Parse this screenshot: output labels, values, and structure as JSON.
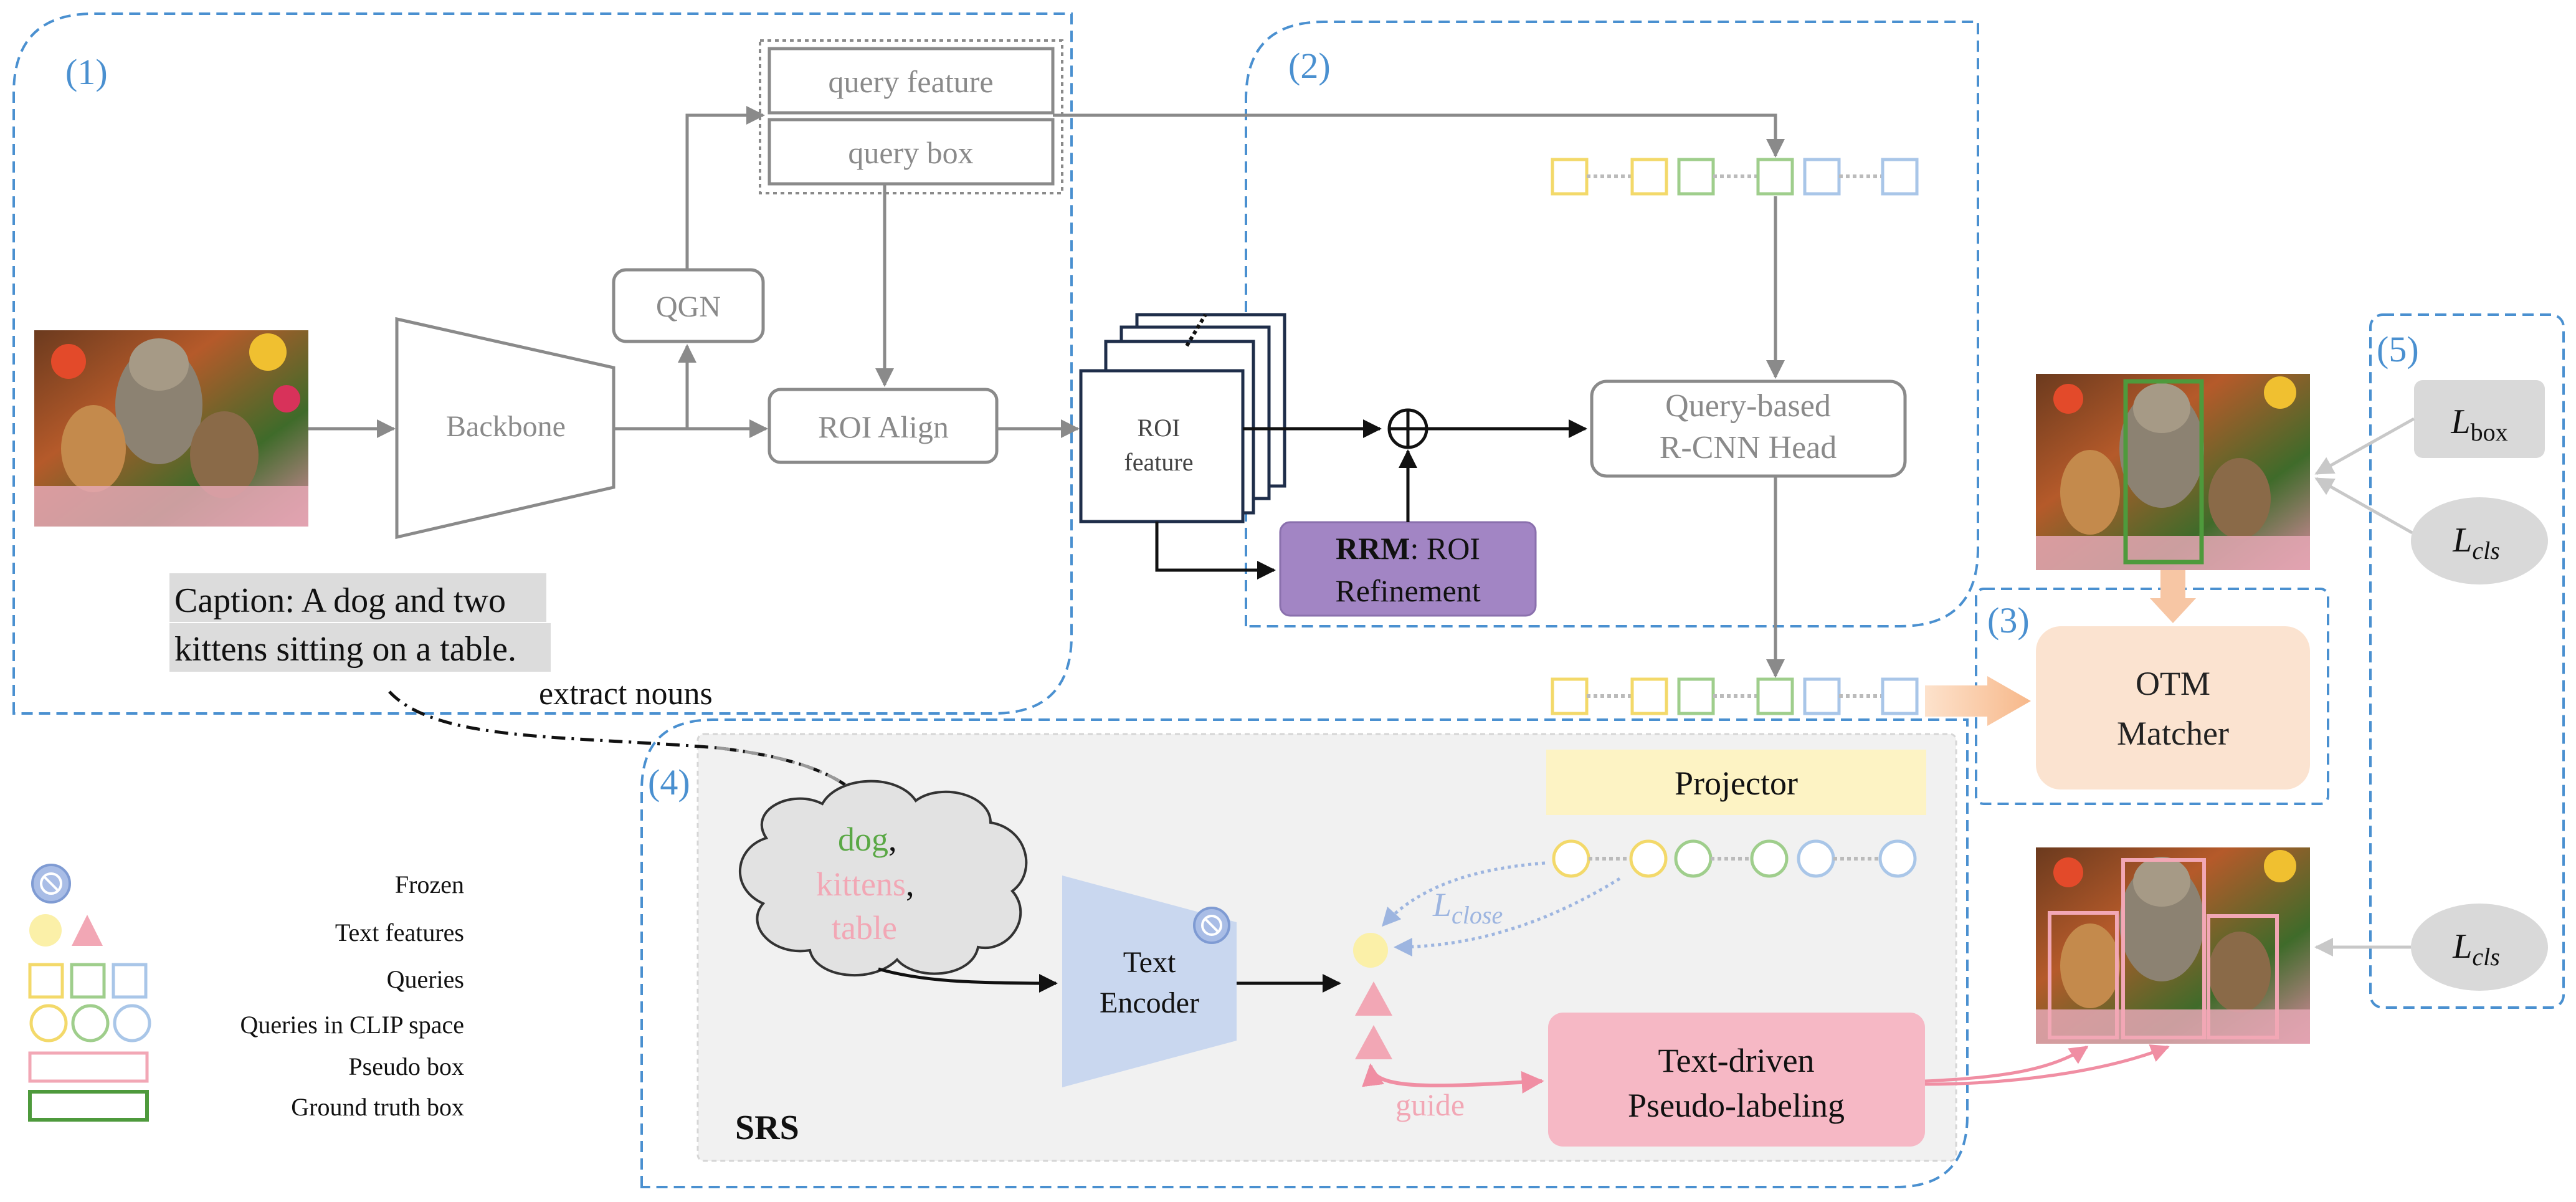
{
  "regions": {
    "r1": "(1)",
    "r2": "(2)",
    "r3": "(3)",
    "r4": "(4)",
    "r5": "(5)"
  },
  "labels": {
    "query_feature": "query feature",
    "query_box": "query box",
    "qgn": "QGN",
    "backbone": "Backbone",
    "roi_align": "ROI Align",
    "roi_feature_line1": "ROI",
    "roi_feature_line2": "feature",
    "rrm_bold": "RRM",
    "rrm_rest": ": ROI",
    "rrm_line2": "Refinement",
    "head_line1": "Query-based",
    "head_line2": "R-CNN Head",
    "caption_line1": "Caption: A dog and two",
    "caption_line2": "kittens sitting on a table.",
    "extract_nouns": "extract nouns",
    "otm_line1": "OTM",
    "otm_line2": "Matcher",
    "projector": "Projector",
    "text_encoder_line1": "Text",
    "text_encoder_line2": "Encoder",
    "pseudo_line1": "Text-driven",
    "pseudo_line2": "Pseudo-labeling",
    "guide": "guide",
    "srs": "SRS",
    "loss_box_main": "L",
    "loss_box_sub": "box",
    "loss_cls_main": "L",
    "loss_cls_sub": "cls",
    "loss_close_main": "L",
    "loss_close_sub": "close"
  },
  "nouns": [
    {
      "text": "dog",
      "suffix": ",",
      "color": "#5aa845"
    },
    {
      "text": "kittens",
      "suffix": ",",
      "color": "#f2a7b5"
    },
    {
      "text": "table",
      "suffix": "",
      "color": "#f2a7b5"
    }
  ],
  "legend": [
    {
      "label": "Frozen",
      "icon": "frozen-icon"
    },
    {
      "label": "Text features",
      "icon": "text-feature-icon"
    },
    {
      "label": "Queries",
      "icon": "query-square-icon"
    },
    {
      "label": "Queries in CLIP space",
      "icon": "query-circle-icon"
    },
    {
      "label": "Pseudo box",
      "icon": "pseudo-box-icon"
    },
    {
      "label": "Ground truth box",
      "icon": "gt-box-icon"
    }
  ],
  "colors": {
    "region_border": "#4a90d0",
    "flow_gray": "#8a8a8a",
    "rrm_fill": "#a285c4",
    "otm_fill": "#fbe3d0",
    "projector_fill": "#fdf3c4",
    "text_encoder_fill": "#c9d7ef",
    "pseudo_fill": "#f6b8c5",
    "srs_fill": "#f1f1f1",
    "query_yellow": "#f3d96a",
    "query_green": "#9fce8c",
    "query_blue": "#a9c6e8",
    "pseudo_pink": "#f2a7b5",
    "gt_green": "#4e9a3c"
  }
}
